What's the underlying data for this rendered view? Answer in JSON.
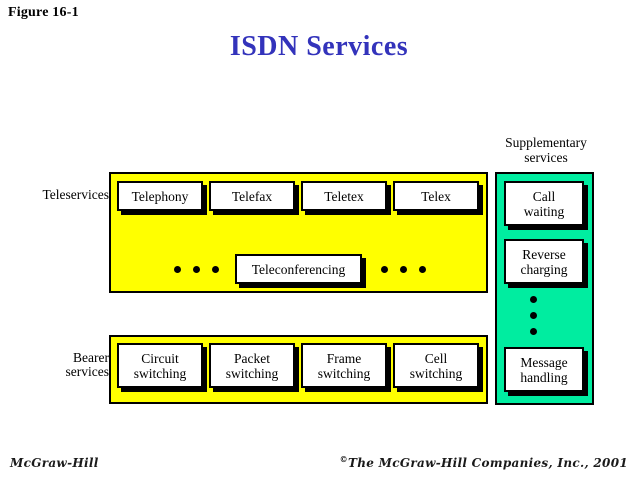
{
  "figure": {
    "label": "Figure 16-1"
  },
  "title": "ISDN Services",
  "colors": {
    "title": "#3333bb",
    "teleservices_panel": "#ffff00",
    "bearer_panel": "#ffff00",
    "supplementary_panel": "#00eda0",
    "box_fill": "#ffffff",
    "stroke": "#000000"
  },
  "labels": {
    "teleservices": "Teleservices",
    "bearer": "Bearer\nservices",
    "supplementary": "Supplementary\nservices"
  },
  "teleservices": {
    "row1": [
      {
        "name": "telephony",
        "label": "Telephony"
      },
      {
        "name": "telefax",
        "label": "Telefax"
      },
      {
        "name": "teletex",
        "label": "Teletex"
      },
      {
        "name": "telex",
        "label": "Telex"
      }
    ],
    "row2": [
      {
        "name": "teleconferencing",
        "label": "Teleconferencing"
      }
    ],
    "ellipsis_left_count": 3,
    "ellipsis_right_count": 3
  },
  "bearer_services": [
    {
      "name": "circuit-switching",
      "label": "Circuit\nswitching"
    },
    {
      "name": "packet-switching",
      "label": "Packet\nswitching"
    },
    {
      "name": "frame-switching",
      "label": "Frame\nswitching"
    },
    {
      "name": "cell-switching",
      "label": "Cell\nswitching"
    }
  ],
  "supplementary_services": [
    {
      "name": "call-waiting",
      "label": "Call\nwaiting"
    },
    {
      "name": "reverse-charging",
      "label": "Reverse\ncharging"
    },
    {
      "name": "message-handling",
      "label": "Message\nhandling"
    }
  ],
  "supplementary_ellipsis_count": 3,
  "footer": {
    "left": "McGraw-Hill",
    "copyright_mark": "©",
    "right": "The McGraw-Hill Companies, Inc., 2001"
  }
}
